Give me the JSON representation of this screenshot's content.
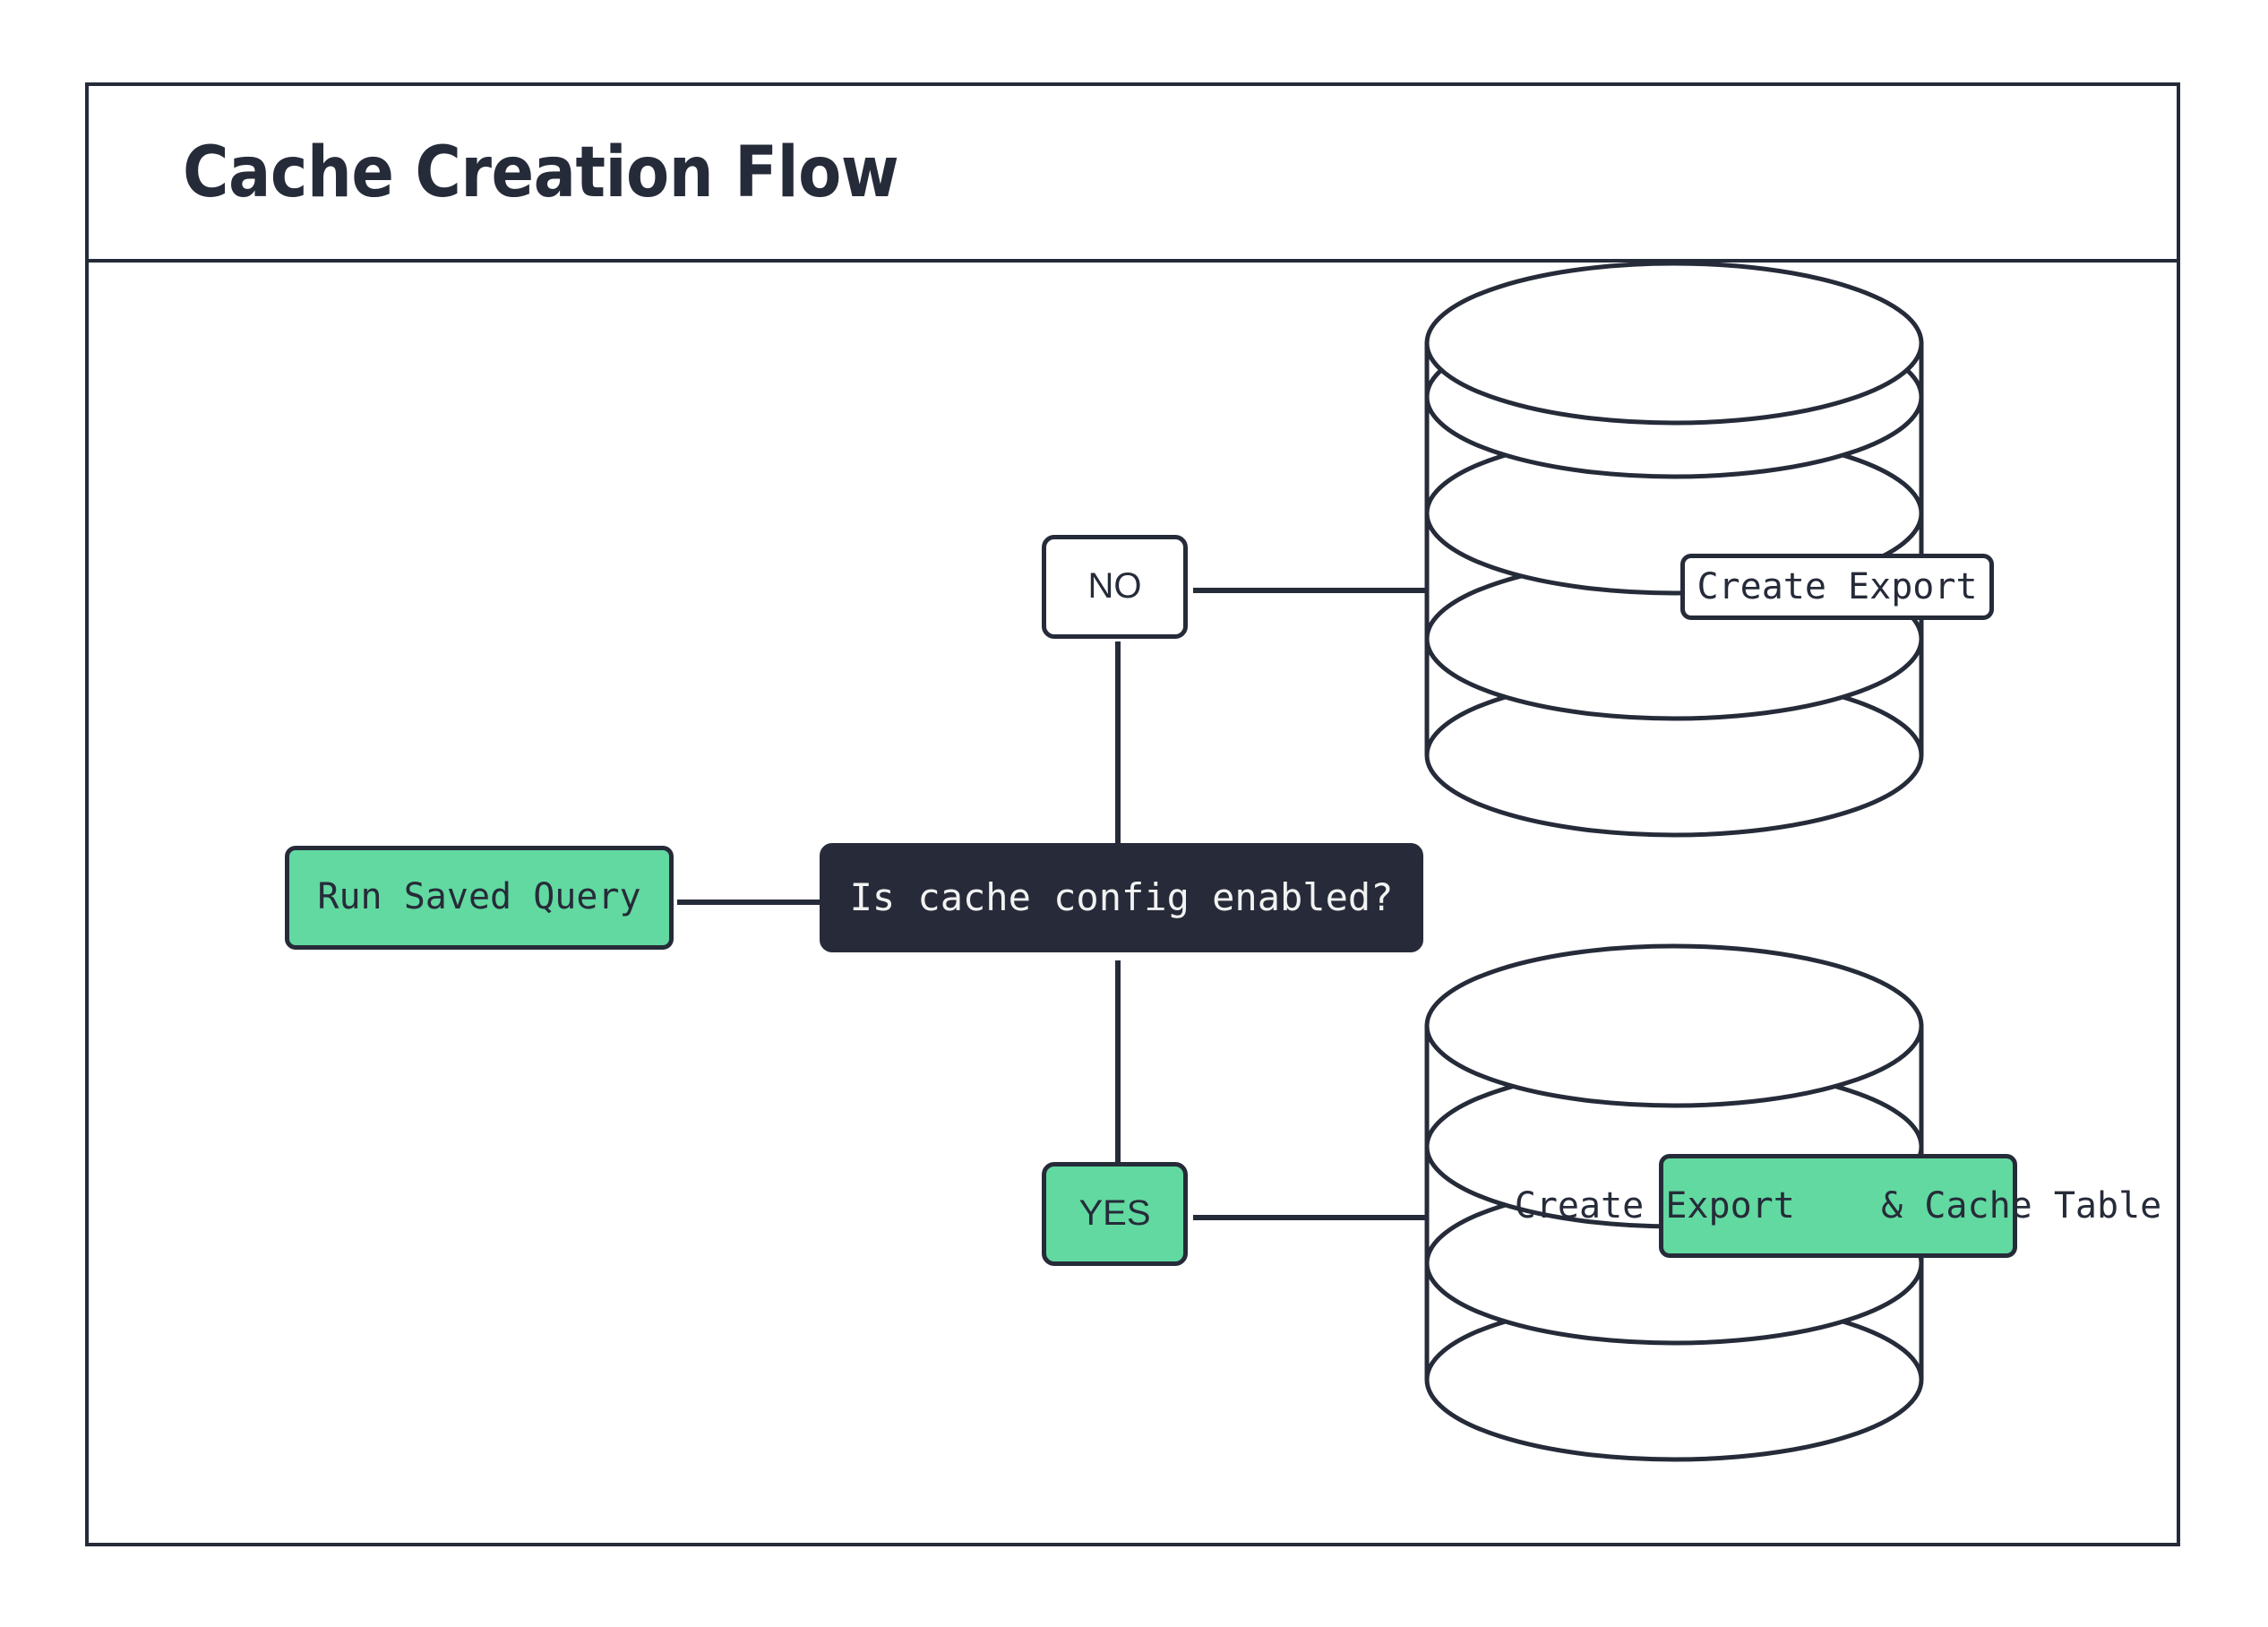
{
  "diagram": {
    "title": "Cache Creation Flow",
    "background": "#ffffff",
    "frame_border_color": "#262b39",
    "accent_green": "#62d9a0",
    "dark_navy": "#272b39",
    "nodes": {
      "start": {
        "id": "run-saved-query",
        "label": "Run Saved Query",
        "shape": "rounded-rect",
        "fill": "#62d9a0"
      },
      "decision": {
        "id": "is-cache-config-enabled",
        "label": "Is cache config enabled?",
        "shape": "rounded-rect",
        "fill": "#272b39"
      },
      "branch_no": {
        "id": "branch-no",
        "label": "NO",
        "shape": "rounded-rect",
        "fill": "#ffffff"
      },
      "branch_yes": {
        "id": "branch-yes",
        "label": "YES",
        "shape": "rounded-rect",
        "fill": "#62d9a0"
      },
      "database_top": {
        "id": "database-create-export",
        "label": "Create Export",
        "shape": "database-cylinder",
        "label_fill": "#ffffff"
      },
      "database_bottom": {
        "id": "database-create-export-cache-table",
        "label_line1": "Create Export",
        "label_line2": "& Cache Table",
        "shape": "database-cylinder",
        "label_fill": "#62d9a0"
      }
    },
    "edges": [
      {
        "from": "run-saved-query",
        "to": "is-cache-config-enabled",
        "label": ""
      },
      {
        "from": "is-cache-config-enabled",
        "to": "branch-no",
        "label": "NO"
      },
      {
        "from": "is-cache-config-enabled",
        "to": "branch-yes",
        "label": "YES"
      },
      {
        "from": "branch-no",
        "to": "database-create-export",
        "label": ""
      },
      {
        "from": "branch-yes",
        "to": "database-create-export-cache-table",
        "label": ""
      }
    ]
  }
}
